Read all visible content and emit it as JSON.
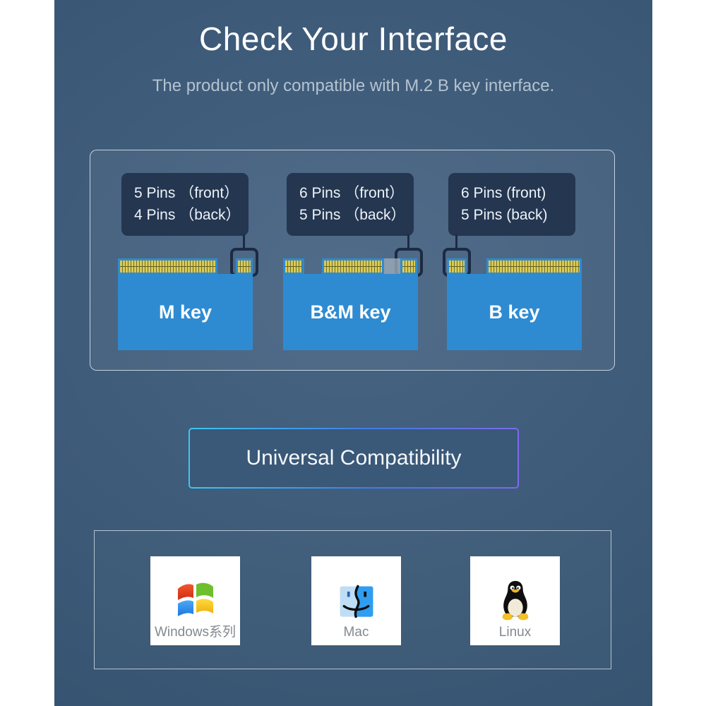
{
  "header": {
    "title": "Check Your Interface",
    "subtitle": "The product only compatible with M.2 B key interface."
  },
  "connectors": [
    {
      "name": "M key",
      "pins_front": "5 Pins （front）",
      "pins_back": "4 Pins （back）"
    },
    {
      "name": "B&M key",
      "pins_front": "6 Pins （front）",
      "pins_back": "5 Pins （back）"
    },
    {
      "name": "B key",
      "pins_front": "6 Pins (front)",
      "pins_back": "5 Pins (back)"
    }
  ],
  "banner": {
    "label": "Universal Compatibility"
  },
  "os_support": {
    "items": [
      {
        "label": "Windows系列",
        "icon": "windows-logo-icon"
      },
      {
        "label": "Mac",
        "icon": "mac-finder-logo-icon"
      },
      {
        "label": "Linux",
        "icon": "linux-tux-logo-icon"
      }
    ]
  },
  "colors": {
    "background": "#3D5A78",
    "card_blue": "#2E8BD1",
    "pin_gold": "#DCCA52",
    "label_box": "#243650",
    "key_outline": "#1C2B43",
    "banner_gradient_start": "#3BC7EF",
    "banner_gradient_end": "#7E68EF"
  }
}
